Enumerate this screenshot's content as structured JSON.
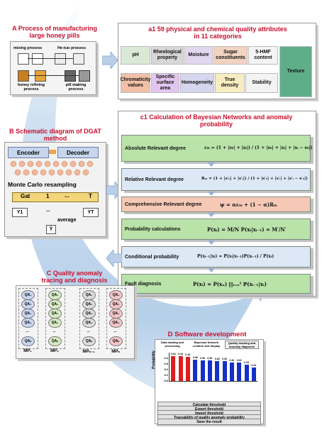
{
  "colors": {
    "title_red": "#c8102e",
    "blue_panel": "#cfe0f2",
    "green_row": "#b9e3a9",
    "blue_row": "#dde8f6",
    "salmon_row": "#f6c9b6",
    "bar_red": "#e01d1d",
    "bar_blue": "#1530c8"
  },
  "panel_a": {
    "title": "A Process of manufacturing large honey pills",
    "steps": [
      {
        "label": "mixing process",
        "icon": "mixing-icon"
      },
      {
        "label": "He-tuo process",
        "icon": "hetuo-icon"
      },
      {
        "label": "honey refining process",
        "icon": "honey-refining-icon"
      },
      {
        "label": "pill making process",
        "icon": "pill-making-icon"
      }
    ]
  },
  "panel_a1": {
    "title": "a1 59 physical and chemical quality attributes in 11 categories",
    "attributes": [
      {
        "label": "pH",
        "color": "#d9e9d6"
      },
      {
        "label": "Rheological property",
        "color": "#d7d7d7"
      },
      {
        "label": "Moisture",
        "color": "#e3d7ef"
      },
      {
        "label": "Sugar constituents",
        "color": "#f2d3c2"
      },
      {
        "label": "5-HMF content",
        "color": "#f4f4f4"
      },
      {
        "label": "Texture",
        "color": "#5fae8a"
      },
      {
        "label": "Chromaticity values",
        "color": "#f2c0a8"
      },
      {
        "label": "Specific surface area",
        "color": "#e3c6f0"
      },
      {
        "label": "Homogeneity",
        "color": "#d6d6ee"
      },
      {
        "label": "True density",
        "color": "#f7edc0"
      },
      {
        "label": "Stability",
        "color": "#f3f3f3"
      }
    ]
  },
  "panel_b": {
    "title": "B Schematic diagram of DGAT method",
    "encoder": "Encoder",
    "decoder": "Decoder",
    "resampling": "Monte Carlo resampling",
    "gat": "Gat",
    "gat_num": "1",
    "gat_dots": "...",
    "t_label": "T",
    "y1": "Y1",
    "ydots": "...",
    "yt": "YT",
    "average": "average",
    "yhat": "Ŷ"
  },
  "panel_c": {
    "title": "C Quality anomaly tracing and diagnosis",
    "columns": [
      {
        "label": "MP₁",
        "nodes": [
          "QA₁",
          "QA₂",
          "QA₃",
          "QA₄",
          "...",
          "QAₙ"
        ]
      },
      {
        "label": "MP₂",
        "nodes": [
          "QA₁",
          "QA₂",
          "QA₃",
          "QA₄",
          "...",
          "QAₙ"
        ]
      },
      {
        "label": "MPₙ₋₁",
        "nodes": [
          "QA₁",
          "QA₂",
          "QA₃",
          "QA₄",
          "...",
          "QAₙ"
        ]
      },
      {
        "label": "MPₙ",
        "nodes": [
          "QA₁",
          "QA₂",
          "QA₃",
          "QA₄",
          "...",
          "QAₙ"
        ]
      }
    ]
  },
  "panel_c1": {
    "title": "c1 Calculation of Bayesian Networks and anomaly probability",
    "rows": [
      {
        "label": "Absolute Relevant degree",
        "eq": "ε₀ᵢ = (1 + |s₀| + |sᵢ|) / (1 + |s₀| + |sᵢ| + |sᵢ − s₀|)"
      },
      {
        "label": "Relative Relevant degree",
        "eq": "R₀ᵢ = (1 + |s′₀| + |s′ᵢ|) / (1 + |s′₀| + |s′ᵢ| + |s′ᵢ − s′₀|)"
      },
      {
        "label": "Comprehensive Relevant degree",
        "eq": "ψ = αε₀ᵢ + (1 − α)R₀ᵢ"
      },
      {
        "label": "Probability calculations",
        "eq": "P(xᵢ) = M/N    P(xᵢ|xᵢ₋₁) = M′/N′"
      },
      {
        "label": "Conditional probability",
        "eq": "P(xᵢ₋₁|xᵢ) = P(xᵢ|xᵢ₋₁)P(xᵢ₋₁) / P(xᵢ)"
      },
      {
        "label": "Fault diagnosis",
        "eq": "P(xᵢ) = P(xₙ) ∏ᵢ₌ₙ² ℙ(xᵢ₋₁|xᵢ)"
      }
    ]
  },
  "panel_d": {
    "title": "D Software development",
    "tabs": [
      "Data loading and processing",
      "Bayesian Network creation and display",
      "Quality tracking and anomaly diagnosis"
    ],
    "buttons": [
      "Calculate threshold",
      "Export threshold",
      "Import threshold",
      "Traceability of quality anomaly probability",
      "Save the result"
    ],
    "chart_data": {
      "type": "bar",
      "ylabel": "Probability",
      "ylim": [
        0,
        0.5
      ],
      "yticks": [
        "0.0",
        "0.1",
        "0.2",
        "0.3",
        "0.4"
      ],
      "values": [
        0.44,
        0.44,
        0.43,
        0.38,
        0.36,
        0.36,
        0.35,
        0.35,
        0.33,
        0.32,
        0.29,
        0.24
      ],
      "colors": [
        "red",
        "red",
        "red",
        "blue",
        "blue",
        "blue",
        "blue",
        "blue",
        "blue",
        "blue",
        "blue",
        "blue"
      ]
    }
  }
}
